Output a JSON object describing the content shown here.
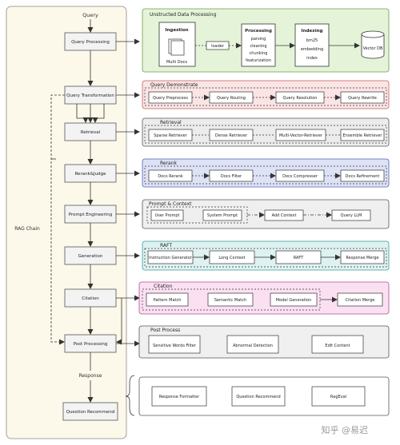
{
  "left_column": {
    "top_label": "Query",
    "side_label": "RAG Chain",
    "response_label": "Response",
    "nodes": [
      "Query Processing",
      "Query  Transformation",
      "Retrieval",
      "Rerank&Judge",
      "Prompt Engineering",
      "Generation",
      "Citation",
      "Post Processing",
      "Question Recommend"
    ]
  },
  "groups": {
    "unstructured": {
      "title": "Unstructed Data Processing",
      "ingestion_title": "Ingestion",
      "multi_docs": "Multi Docs",
      "loader": "loader",
      "processing_title": "Processing",
      "processing_items": [
        "parsing",
        "cleaning",
        "chunking",
        "featurization"
      ],
      "indexing_title": "Indexing",
      "indexing_items": [
        "bm25",
        "embedding",
        "index"
      ],
      "vector_db": "Vector  DB"
    },
    "query_demonstrate": {
      "title": "Query Demonstrate",
      "items": [
        "Query Preprocess",
        "Query Routing",
        "Query Resolution",
        "Query Rewrite"
      ]
    },
    "retrieval": {
      "title": "Retrieval",
      "items": [
        "Sparse Retriever",
        "Dense Retriever",
        "Multi-Vector-Retriever",
        "Ensemble Retriever"
      ]
    },
    "rerank": {
      "title": "Rerank",
      "items": [
        "Docs Rerank",
        "Docs Filter",
        "Docs Compresser",
        "Docs Refinement"
      ]
    },
    "prompt": {
      "title": "Prompt & Context",
      "items": [
        "User Prompt",
        "System Prompt",
        "Add Context",
        "Query LLM"
      ]
    },
    "raft": {
      "title": "RAFT",
      "items": [
        "Instruction Generator",
        "Long Context",
        "RAFT",
        "Response Merge"
      ]
    },
    "citation": {
      "title": "Citation",
      "items": [
        "Pattern Match",
        "Semantic Match",
        "Model Generation",
        "Citation Merge"
      ]
    },
    "post": {
      "title": "Post Process",
      "items": [
        "Sensitive Words  Filter",
        "Abnormal Detection",
        "Edit Content"
      ]
    },
    "response": {
      "items": [
        "Response Formatter",
        "Question Recommend",
        "RagEval"
      ]
    }
  },
  "watermark": "知乎 @易迟",
  "colors": {
    "left_panel_fill": "#fcf8ea",
    "unstructured_fill": "#e5f4d8",
    "query_demonstrate_fill": "#fbe4e4",
    "retrieval_fill": "#ececec",
    "rerank_fill": "#dde2f6",
    "prompt_fill": "#efefef",
    "raft_fill": "#def2f2",
    "citation_fill": "#fbe0f2",
    "post_fill": "#f0f0f0",
    "response_fill": "#ffffff"
  }
}
